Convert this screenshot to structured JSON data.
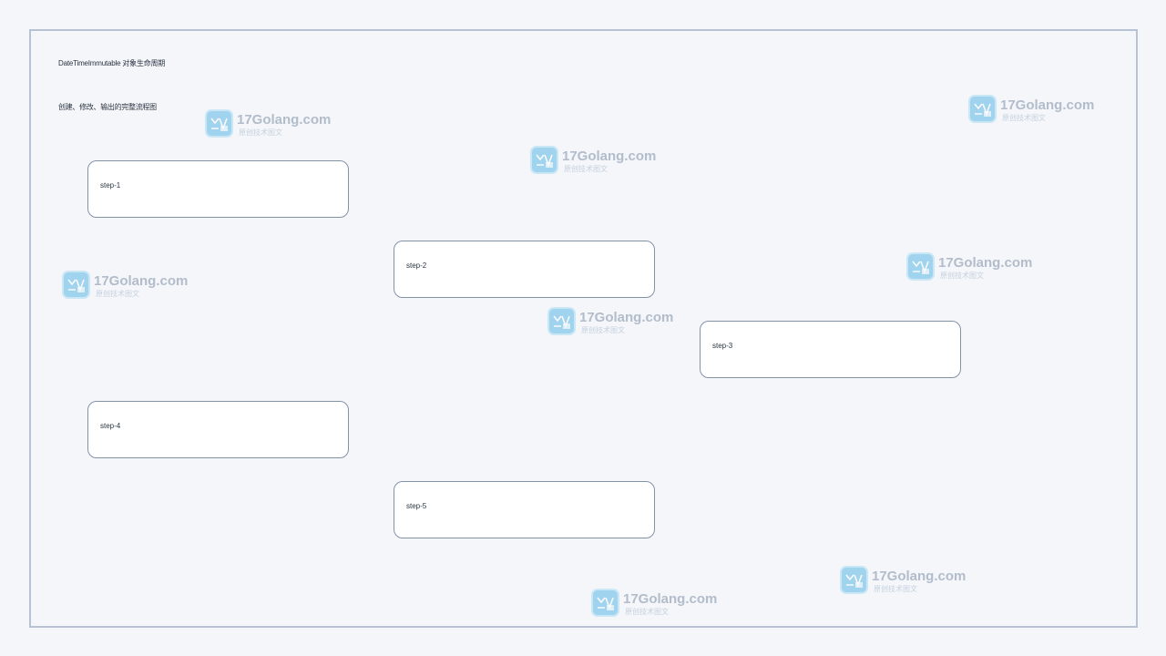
{
  "diagram": {
    "title": "DateTimeImmutable 对象生命周期",
    "subtitle": "创建、修改、输出的完整流程图",
    "steps": [
      {
        "label": "step-1"
      },
      {
        "label": "step-2"
      },
      {
        "label": "step-3"
      },
      {
        "label": "step-4"
      },
      {
        "label": "step-5"
      }
    ]
  },
  "watermark": {
    "brand": "17Golang.com",
    "tagline": "原创技术图文",
    "logo_icon": "chart-logo-icon"
  },
  "colors": {
    "background": "#f4f6fa",
    "frame_border": "#b7c3d2",
    "box_border": "#8592a4",
    "box_fill": "#ffffff",
    "logo_blue": "#5bb8e6"
  }
}
